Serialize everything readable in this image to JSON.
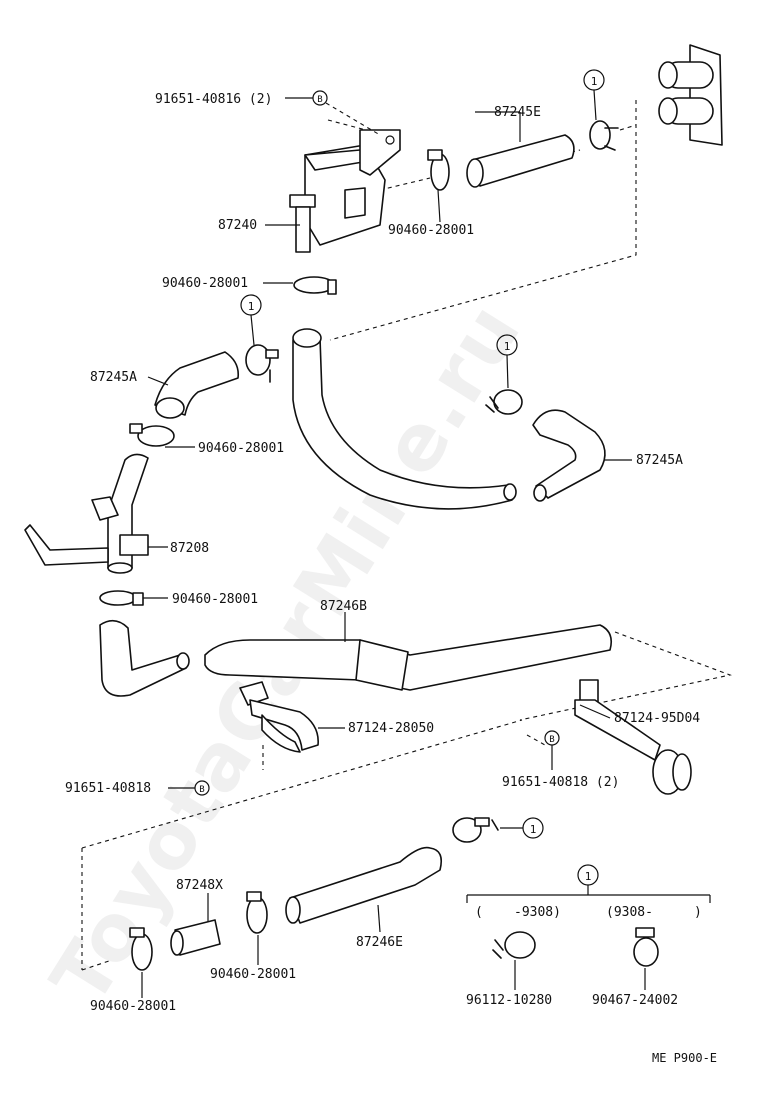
{
  "watermark": "ToyotaCarMine.ru",
  "diagram_code": "ME  P900-E",
  "callout_number": "1",
  "bolt_marker": "B",
  "parts": {
    "p91651_40816_2": "91651-40816 (2)",
    "p87245E": "87245E",
    "p87240": "87240",
    "p90460_top_right": "90460-28001",
    "p90460_under_tank": "90460-28001",
    "p87245A_left": "87245A",
    "p90460_left_mid": "90460-28001",
    "p87245A_right": "87245A",
    "p87208": "87208",
    "p90460_below_87208": "90460-28001",
    "p87246B": "87246B",
    "p87124_28050": "87124-28050",
    "p87124_95D04": "87124-95D04",
    "p91651_40818_left": "91651-40818",
    "p91651_40818_2_right": "91651-40818 (2)",
    "p87248X": "87248X",
    "p87246E": "87246E",
    "p90460_bottom_mid": "90460-28001",
    "p90460_bottom_left": "90460-28001",
    "p96112_10280": "96112-10280",
    "p90467_24002": "90467-24002"
  },
  "legend": {
    "open_paren": "(",
    "before_label": "-9308)",
    "after_label": "(9308-",
    "close_paren": ")"
  }
}
